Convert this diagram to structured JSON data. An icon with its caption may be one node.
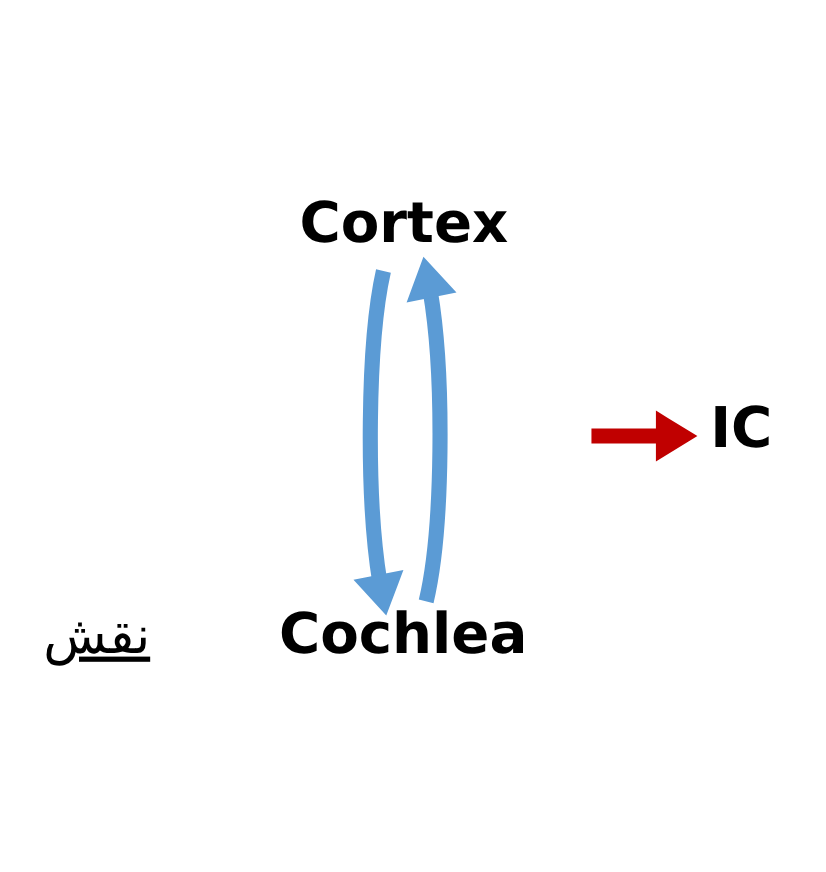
{
  "diagram": {
    "nodes": [
      {
        "text": [
          "Cortex"
        ]
      },
      {
        "text": [
          "IC"
        ]
      },
      {
        "text": [
          "Cochlea"
        ]
      }
    ],
    "edges": [
      {
        "from": 2,
        "to": 0,
        "arrow": "to"
      },
      {
        "from": 0,
        "to": 2,
        "arrow": "to"
      },
      {
        "from": null,
        "to": 1,
        "arrow": "to",
        "color": "#c00000"
      }
    ],
    "labels": [
      "نقش"
    ]
  }
}
